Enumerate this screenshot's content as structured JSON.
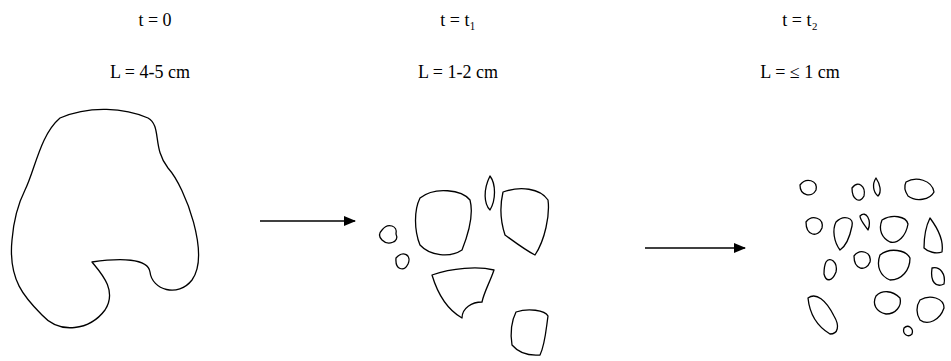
{
  "diagram": {
    "labels": [
      "t = 0",
      "L = 4-5 cm",
      "t = t₁",
      "L = 1-2 cm",
      "t = t₂",
      "L = ≤ 1 cm"
    ]
  }
}
